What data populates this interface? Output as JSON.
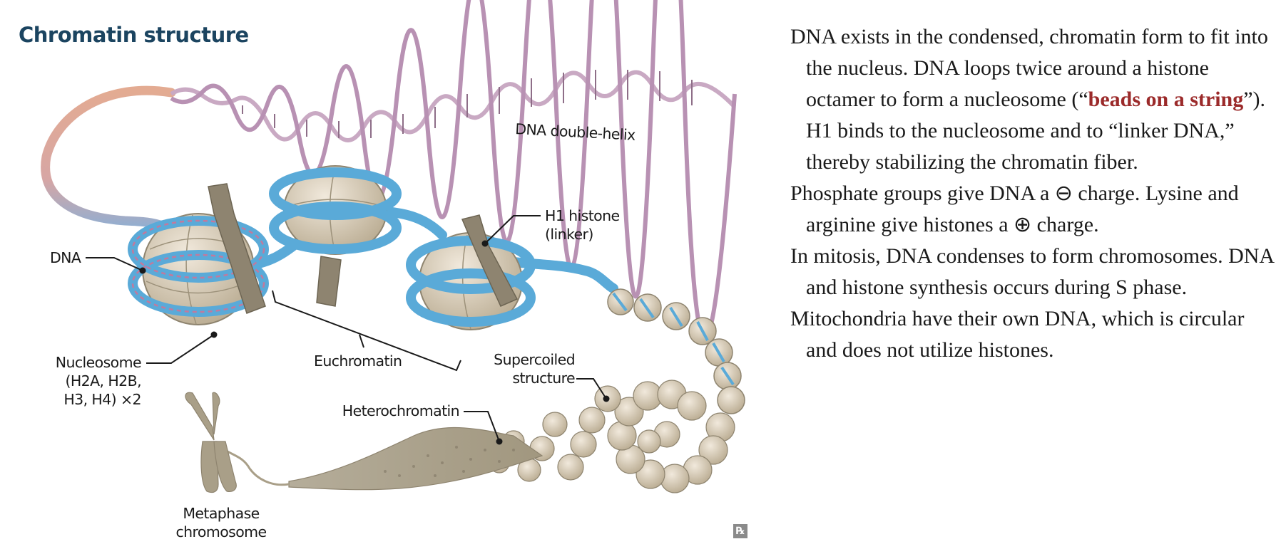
{
  "title": "Chromatin structure",
  "labels": {
    "dna_double_helix": "DNA double-helix",
    "dna": "DNA",
    "h1_histone_line1": "H1 histone",
    "h1_histone_line2": "(linker)",
    "nucleosome_line1": "Nucleosome",
    "nucleosome_line2": "(H2A, H2B,",
    "nucleosome_line3": "H3, H4) ×2",
    "euchromatin": "Euchromatin",
    "supercoiled_line1": "Supercoiled",
    "supercoiled_line2": "structure",
    "heterochromatin": "Heterochromatin",
    "metaphase_line1": "Metaphase",
    "metaphase_line2": "chromosome"
  },
  "badge": "℞",
  "paragraphs": {
    "p1_a": "DNA exists in the condensed, chromatin form to fit into the nucleus. DNA loops twice around a histone octamer to form a nucleosome (“",
    "p1_hl": "beads on a string",
    "p1_b": "”). H1 binds to the nucleosome and to “linker DNA,” thereby stabilizing the chromatin fiber.",
    "p2": "Phosphate groups give DNA a ⊖ charge. Lysine and arginine give histones a ⊕ charge.",
    "p3": "In mitosis, DNA condenses to form chromosomes. DNA and histone synthesis occurs during S phase.",
    "p4": "Mitochondria have their own DNA, which is circular and does not utilize histones."
  },
  "colors": {
    "title": "#1b4460",
    "highlight": "#9b2a2a",
    "helix": "#c9a9c3",
    "dna_tube": "#5aaad8",
    "histone": "#d8cbb4",
    "h1": "#8e8470",
    "heterochromatin": "#a99f88"
  },
  "icons": [
    "nucleosome-icon",
    "h1-histone-icon",
    "chromosome-icon"
  ]
}
